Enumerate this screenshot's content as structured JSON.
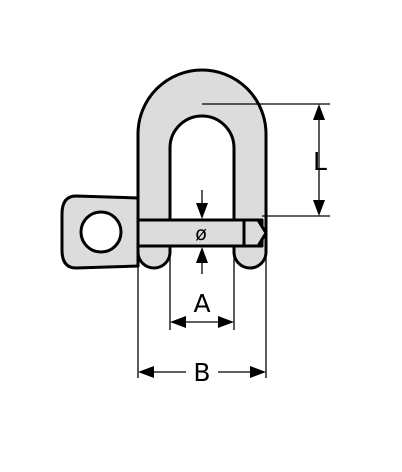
{
  "diagram": {
    "labels": {
      "length": "L",
      "inner_width": "A",
      "outer_width": "B",
      "pin_diameter": "ø"
    }
  }
}
